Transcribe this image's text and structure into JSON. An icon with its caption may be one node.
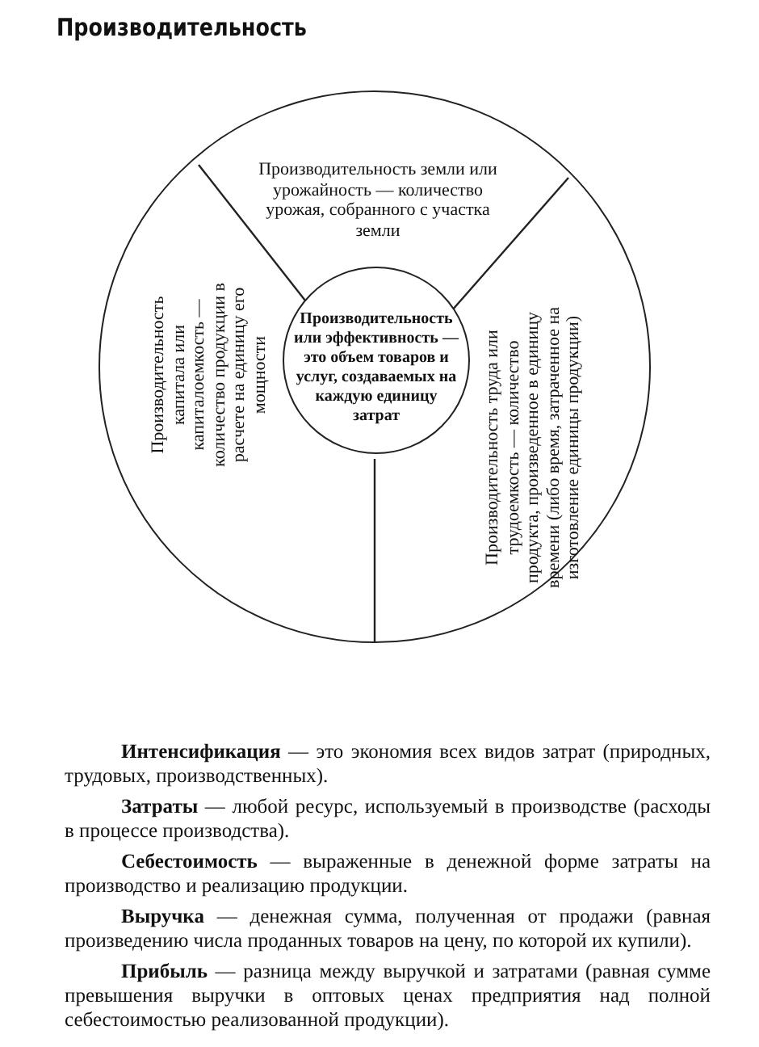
{
  "diagram": {
    "title": "Производительность",
    "nodes": [
      {
        "text": [],
        "shape": "circle"
      },
      {
        "text": [
          "Производительность земли или урожайность — количество урожая, собранного с участка земли"
        ],
        "in": 0
      },
      {
        "text": [
          "Производительность капитала или капиталоемкость — количество продукции в расчете на единицу его мощности"
        ],
        "in": 0
      },
      {
        "text": [
          "Производительность или эффективность — это объем товаров и услуг, создаваемых на каждую единицу затрат"
        ],
        "in": 0
      },
      {
        "text": [
          "Производительность труда или трудоемкость — количество продукта, произведенное в единицу времени (либо время, затраченное на изготовление единицы продукции)"
        ],
        "in": 0
      }
    ],
    "edges": [],
    "labels": [
      "**Интенсификация** — это экономия всех видов затрат (природных, трудовых, производственных).",
      "**Затраты** — любой ресурс, используемый в производстве (расходы в процессе производства).",
      "**Себестоимость** — выраженные в денежной форме затраты на производство и реализацию продукции.",
      "**Выручка** — денежная сумма, полученная от продажи (равная произведению числа проданных товаров на цену, по которой их купили).",
      "**Прибыль** — разница между выручкой и затратами (равная сумме превышения выручки в оптовых ценах предприятия над полной себестоимостью реализованной продукции)."
    ]
  }
}
